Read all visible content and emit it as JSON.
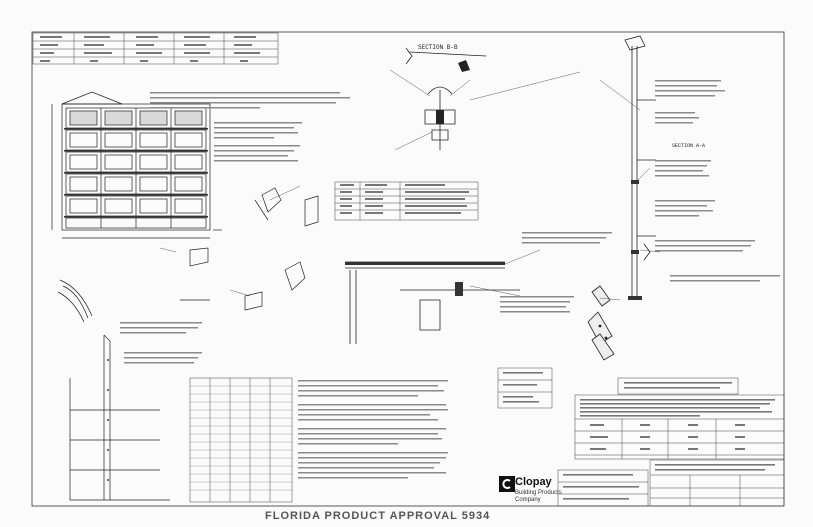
{
  "sheet": {
    "footer_text": "FLORIDA PRODUCT APPROVAL 5934",
    "section_b_title": "SECTION B-B",
    "section_a_title": "SECTION A-A",
    "brand": {
      "name": "Clopay",
      "subtitle_line1": "Building Products",
      "subtitle_line2": "Company"
    }
  }
}
